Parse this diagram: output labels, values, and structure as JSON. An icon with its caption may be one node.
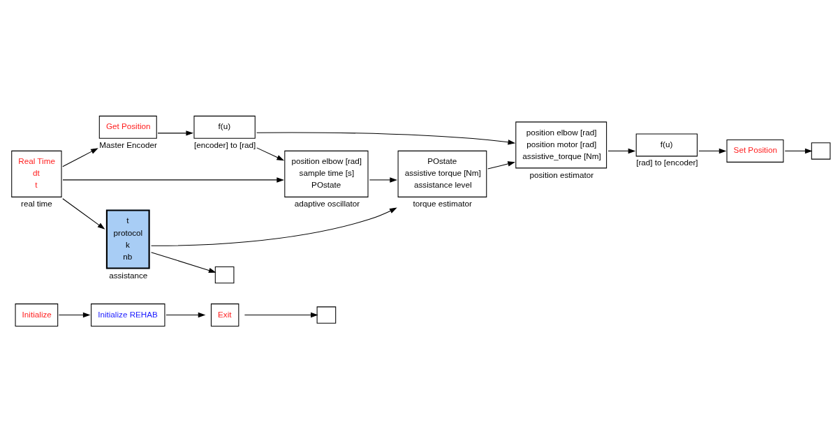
{
  "diagram": {
    "nodes": [
      {
        "text": [
          "Initialize"
        ]
      },
      {
        "text": [
          "Initialize REHAB"
        ]
      },
      {
        "text": [
          "Exit"
        ]
      },
      {
        "text": [],
        "shape": "box"
      },
      {
        "text": [
          "Get Position"
        ],
        "beside": [
          "Master Encoder"
        ]
      },
      {
        "text": [
          "f(u)"
        ],
        "beside": [
          "[encoder] to [rad]"
        ]
      },
      {
        "text": [
          "f(u)"
        ],
        "beside": [
          "[rad] to [encoder]"
        ]
      },
      {
        "text": [
          "Set Position"
        ]
      },
      {
        "text": [],
        "shape": "box"
      },
      {
        "text": [
          "Real Time",
          "dt",
          "t"
        ],
        "beside": [
          "real time"
        ]
      },
      {
        "text": [
          "position elbow [rad]",
          "sample time [s]",
          "POstate"
        ],
        "beside": [
          "adaptive oscillator"
        ]
      },
      {
        "text": [
          "POstate",
          "assistive torque [Nm]",
          "assistance level"
        ],
        "beside": [
          "torque estimator"
        ]
      },
      {
        "text": [
          "position elbow [rad]",
          "position motor [rad]",
          "assistive_torque [Nm]"
        ],
        "beside": [
          "position estimator"
        ]
      },
      {
        "text": [
          "t",
          "protocol",
          "k",
          "nb"
        ],
        "beside": [
          "assistance"
        ]
      },
      {
        "text": [],
        "shape": "box"
      }
    ],
    "edges": [
      {
        "from": 0,
        "to": 1,
        "arrow": "to"
      },
      {
        "from": 1,
        "to": 2,
        "arrow": "to"
      },
      {
        "from": 2,
        "to": 3,
        "arrow": "to"
      },
      {
        "from": 9,
        "to": 4,
        "arrow": "to"
      },
      {
        "from": 4,
        "to": 5,
        "arrow": "to"
      },
      {
        "from": 5,
        "to": 10,
        "arrow": "to"
      },
      {
        "from": 5,
        "to": 12,
        "arrow": "to"
      },
      {
        "from": 9,
        "to": 10,
        "arrow": "to"
      },
      {
        "from": 9,
        "to": 13,
        "arrow": "to"
      },
      {
        "from": 10,
        "to": 11,
        "arrow": "to"
      },
      {
        "from": 11,
        "to": 12,
        "arrow": "to"
      },
      {
        "from": 13,
        "to": 11,
        "arrow": "to"
      },
      {
        "from": 13,
        "to": 14,
        "arrow": "to"
      },
      {
        "from": 12,
        "to": 6,
        "arrow": "to"
      },
      {
        "from": 6,
        "to": 7,
        "arrow": "to"
      },
      {
        "from": 7,
        "to": 8,
        "arrow": "to"
      }
    ]
  }
}
